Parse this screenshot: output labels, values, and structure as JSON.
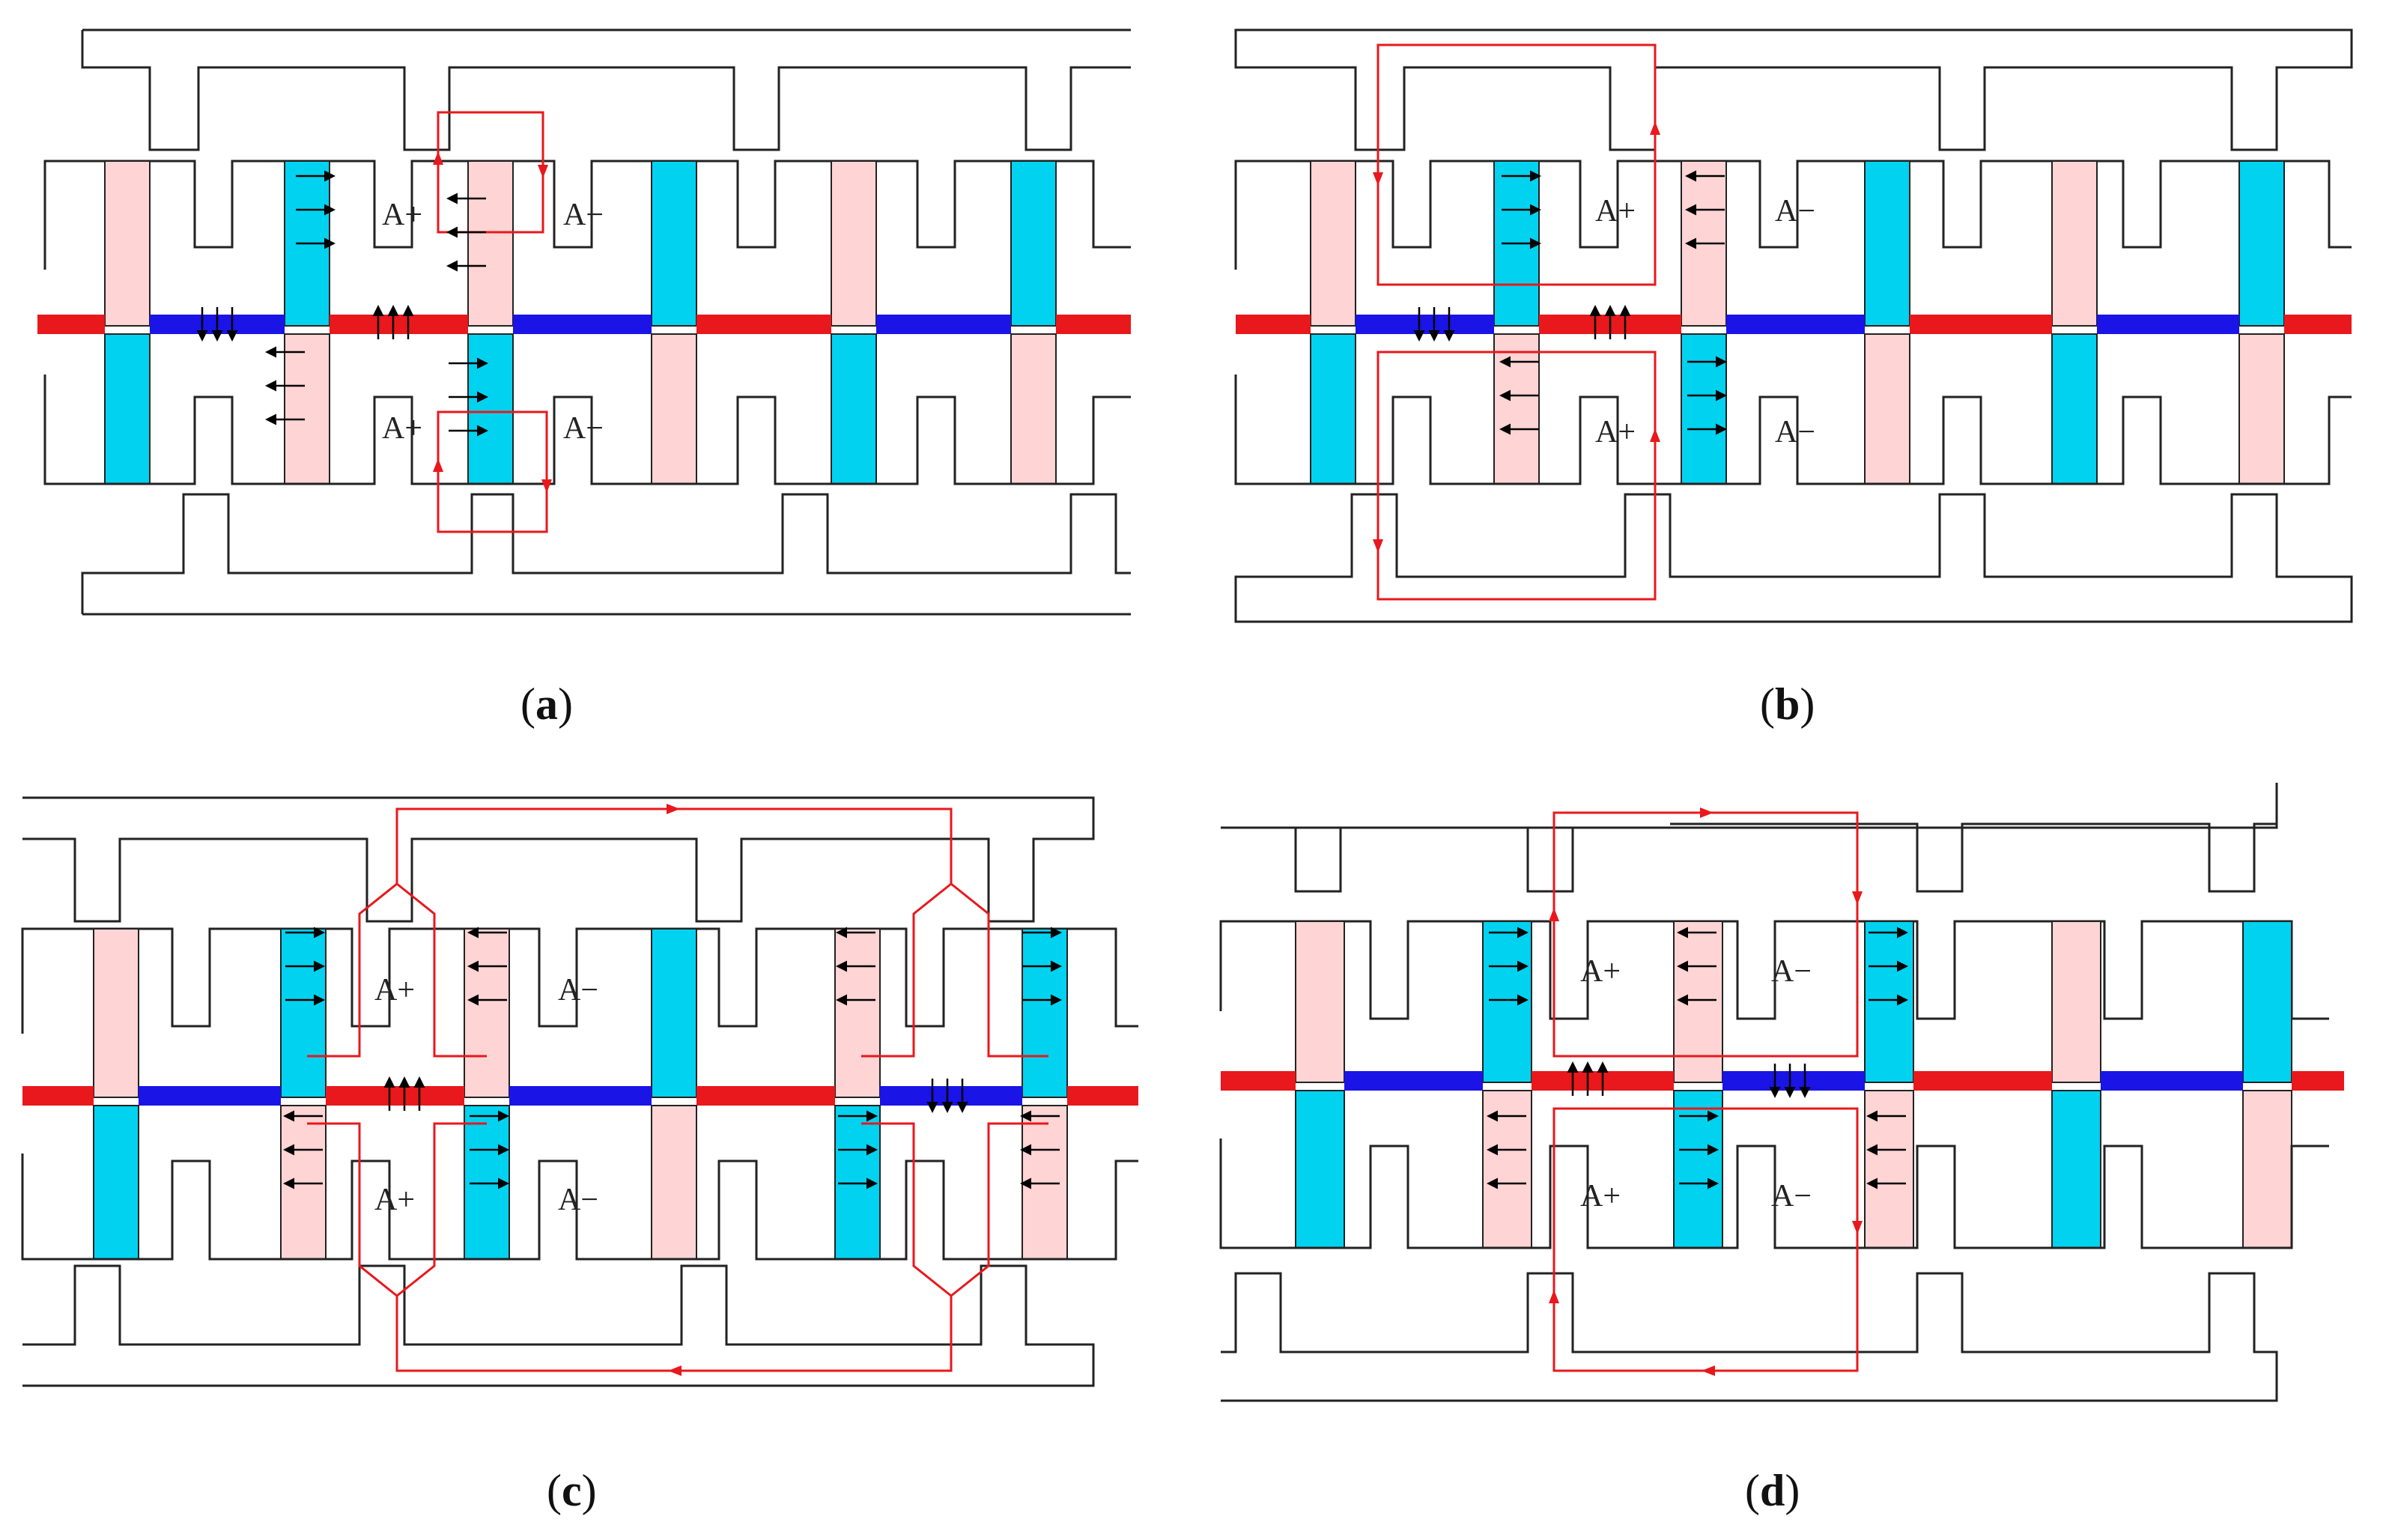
{
  "colors": {
    "core_stroke": "#222222",
    "bar_red": "#e8181c",
    "bar_blue": "#1a14e6",
    "magnet_cyan": "#00d2f0",
    "magnet_pink": "#ffd4d4",
    "flux_path": "#e8181c",
    "arrow": "#000000"
  },
  "panels": [
    {
      "id": "a",
      "label": "(a)",
      "label_letter": "a",
      "coil_labels": [
        "A+",
        "A−",
        "A+",
        "A−"
      ]
    },
    {
      "id": "b",
      "label": "(b)",
      "label_letter": "b",
      "coil_labels": [
        "A+",
        "A−",
        "A+",
        "A−"
      ]
    },
    {
      "id": "c",
      "label": "(c)",
      "label_letter": "c",
      "coil_labels": [
        "A+",
        "A−",
        "A+",
        "A−"
      ]
    },
    {
      "id": "d",
      "label": "(d)",
      "label_letter": "d",
      "coil_labels": [
        "A+",
        "A−",
        "A+",
        "A−"
      ]
    }
  ],
  "icons": {
    "magnetization_arrow": "arrow-icon",
    "flux_direction": "flux-arrowhead-icon"
  }
}
